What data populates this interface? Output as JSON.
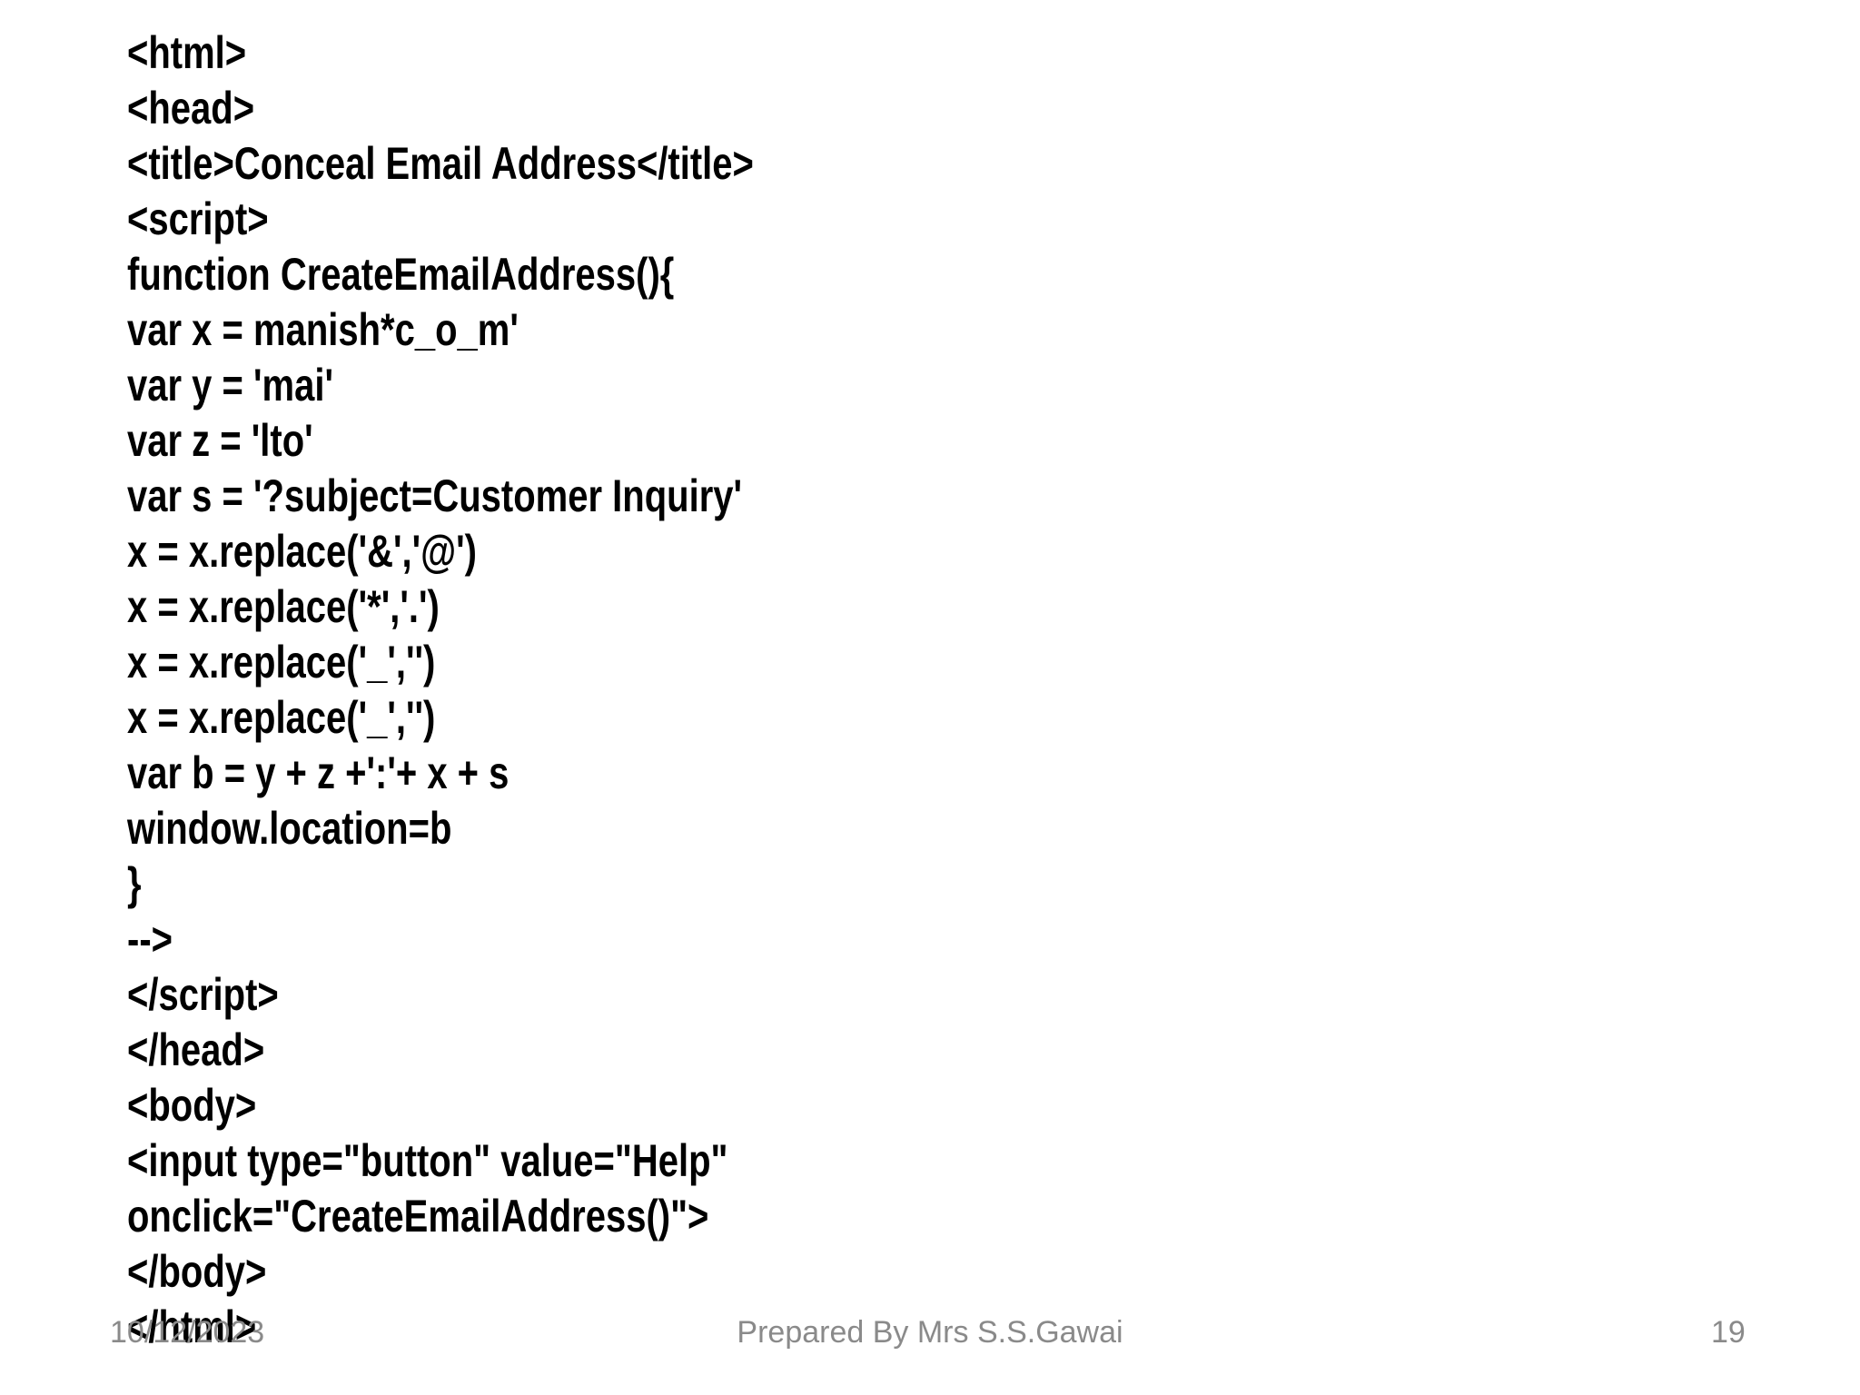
{
  "slide": {
    "background_color": "#ffffff",
    "code_text_color": "#000000",
    "footer_text_color": "#8a8a8a",
    "code_lines": [
      "<html>",
      "<head>",
      "<title>Conceal Email Address</title>",
      "<script>",
      "function CreateEmailAddress(){",
      "var x = manish*c_o_m'",
      "var y = 'mai'",
      "var z = 'lto'",
      "var s = '?subject=Customer Inquiry'",
      "x = x.replace('&','@')",
      "x = x.replace('*','.')",
      "x = x.replace('_','')",
      "x = x.replace('_','')",
      "var b = y + z +':'+ x + s",
      "window.location=b",
      "}",
      "-->",
      "</script>",
      "</head>",
      "<body>",
      "<input type=\"button\" value=\"Help\"",
      "onclick=\"CreateEmailAddress()\">",
      "</body>",
      "</html>"
    ],
    "footer": {
      "date": "10/12/2023",
      "credit": "Prepared By Mrs S.S.Gawai",
      "page_number": "19"
    }
  }
}
